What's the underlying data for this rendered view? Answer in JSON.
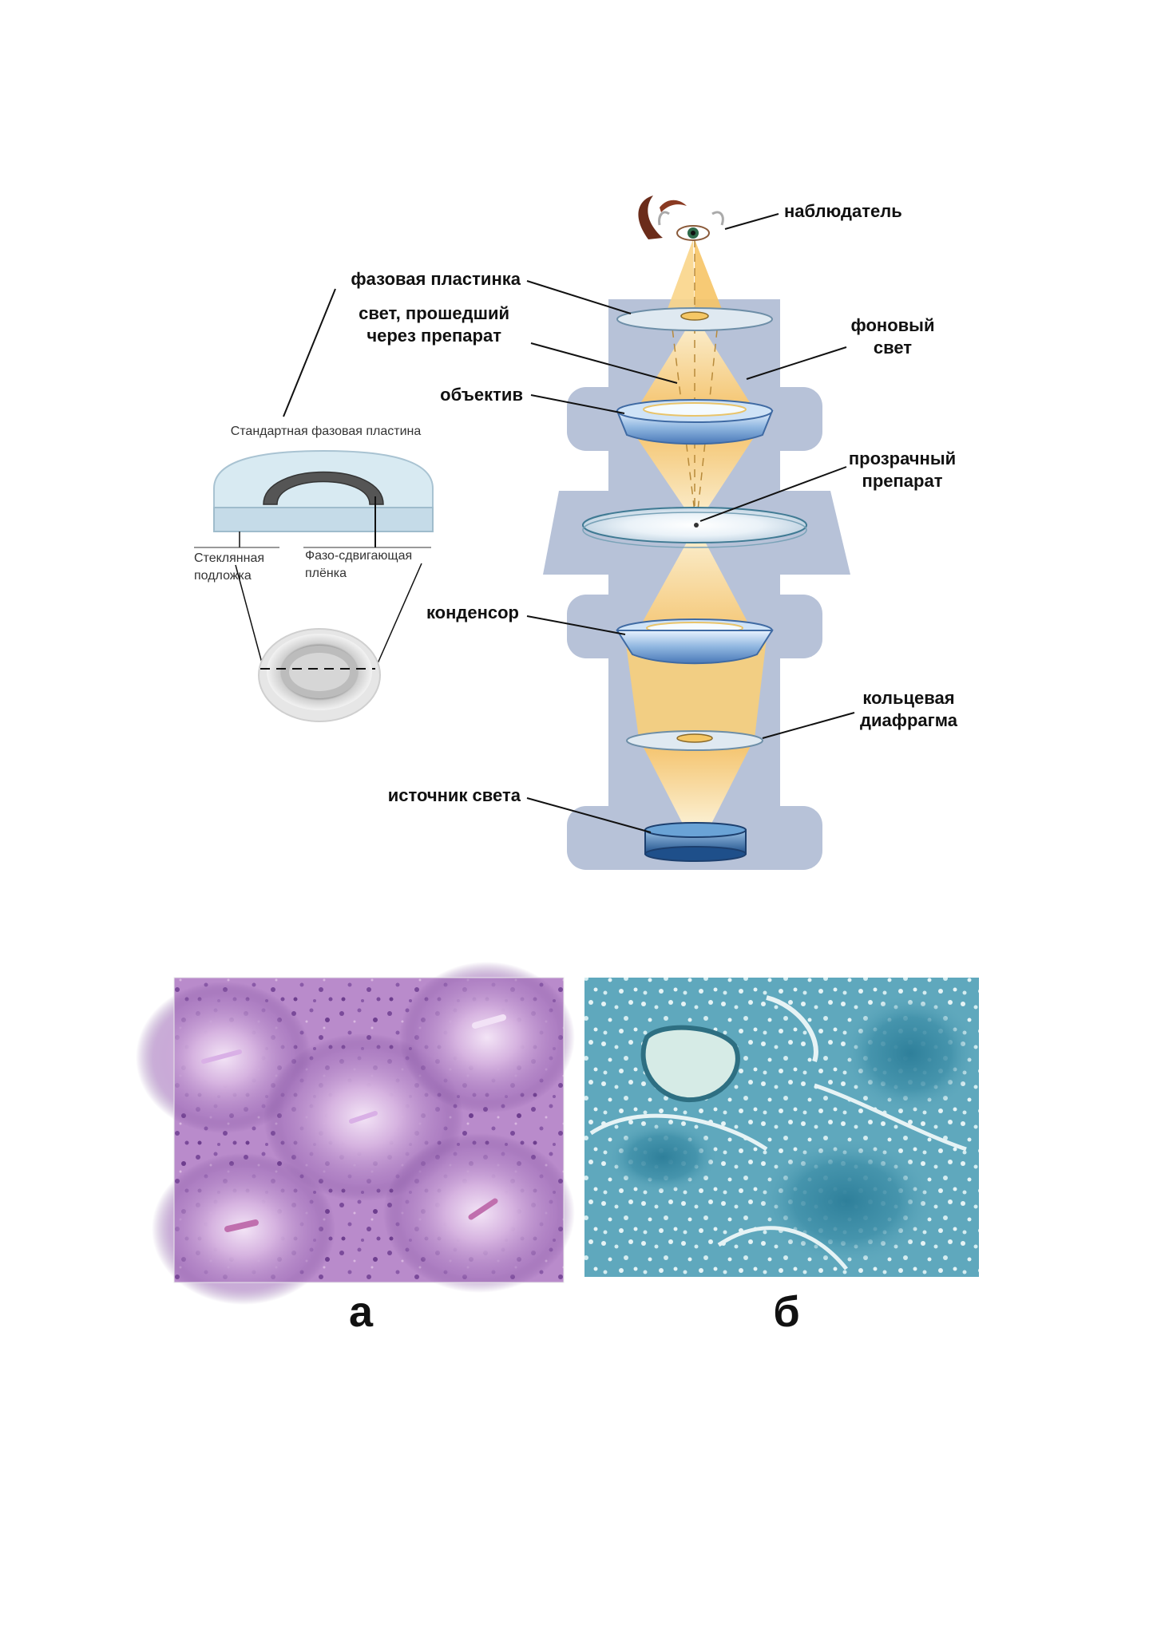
{
  "microscope": {
    "labels": {
      "observer": "наблюдатель",
      "phase_plate": "фазовая пластинка",
      "light_through_line1": "свет, прошедший",
      "light_through_line2": "через препарат",
      "background_line1": "фоновый",
      "background_line2": "свет",
      "objective": "объектив",
      "specimen_line1": "прозрачный",
      "specimen_line2": "препарат",
      "condenser": "конденсор",
      "annular_line1": "кольцевая",
      "annular_line2": "диафрагма",
      "light_source": "источник света"
    }
  },
  "phase_plate_inset": {
    "title": "Стандартная фазовая пластина",
    "glass_line1": "Стеклянная",
    "glass_line2": "подложка",
    "film_line1": "Фазо-сдвигающая",
    "film_line2": "плёнка"
  },
  "photos": {
    "left_label": "а",
    "right_label": "б"
  },
  "colors": {
    "column": "#b7c2d8",
    "light": "#f9c96a",
    "lens": "#8fb6e0",
    "stain_left": "#b57fc4",
    "stain_right": "#6fb3c4"
  }
}
